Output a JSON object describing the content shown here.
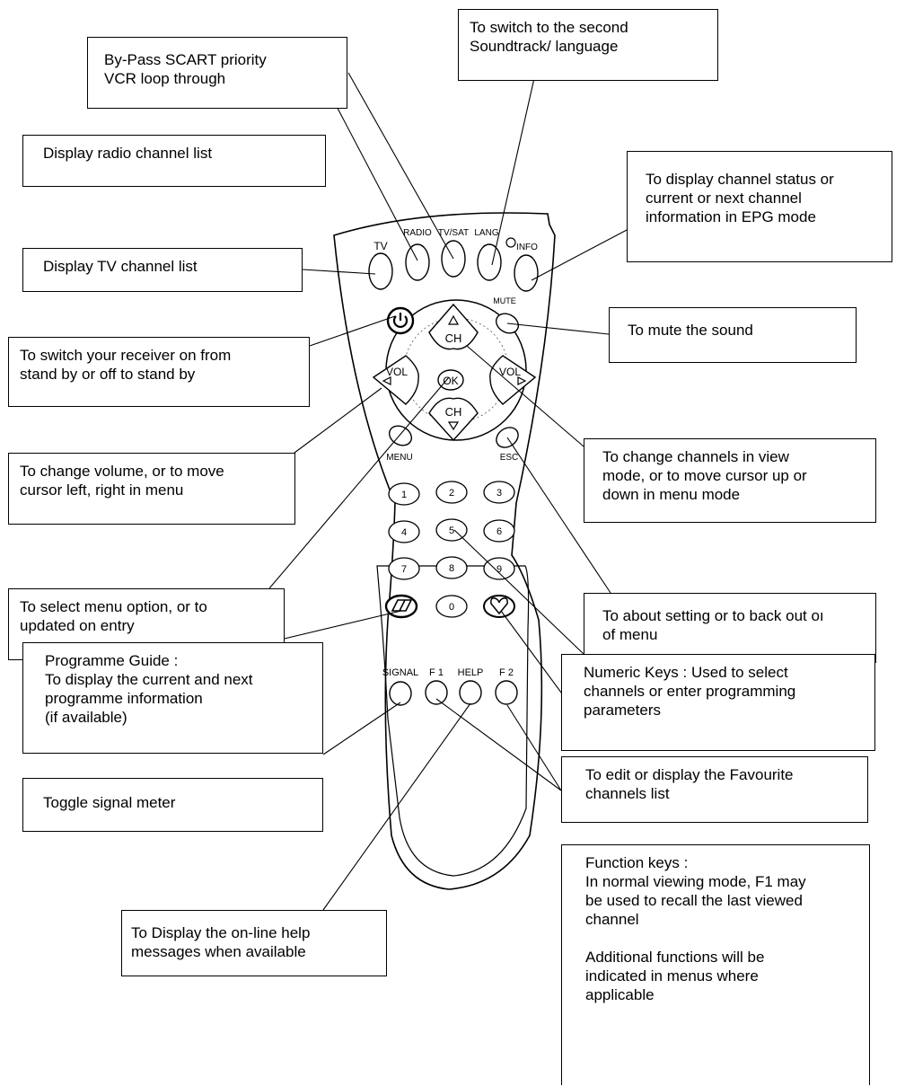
{
  "remote": {
    "top_labels": {
      "tv": "TV",
      "radio": "RADIO",
      "tvsat": "TV/SAT",
      "lang": "LANG",
      "info": "INFO",
      "mute": "MUTE"
    },
    "nav": {
      "ch_up": "CH",
      "ch_down": "CH",
      "vol_left": "VOL",
      "vol_right": "VOL",
      "ok": "OK"
    },
    "side_labels": {
      "menu": "MENU",
      "esc": "ESC"
    },
    "digits": [
      "1",
      "2",
      "3",
      "4",
      "5",
      "6",
      "7",
      "8",
      "9",
      "0"
    ],
    "bottom_labels": {
      "signal": "SIGNAL",
      "f1": "F 1",
      "help": "HELP",
      "f2": "F 2"
    }
  },
  "callouts": {
    "bypass": "By-Pass SCART priority\nVCR loop through",
    "second_soundtrack": "To switch to the second\nSoundtrack/ language",
    "radio_list": "Display radio channel list",
    "info_status": "To display channel status or\ncurrent or next channel\ninformation in EPG mode",
    "tv_list": "Display TV channel list",
    "mute": "To mute the sound",
    "power": "To switch your receiver on from\nstand by or off to stand by",
    "volume": "To change volume, or to move\ncursor left, right in menu",
    "channels": "To change channels in view\nmode, or to move cursor up or\ndown in menu mode",
    "select_menu": "To select menu option, or to\nupdated on entry",
    "back_out": "To about setting or to back out oı\nof menu",
    "numeric": "Numeric Keys : Used to select\nchannels or enter programming\nparameters",
    "programme_guide": "Programme Guide :\nTo display the current and next\nprogramme information\n(if available)",
    "favourite": "To edit or display the Favourite\nchannels list",
    "signal_meter": "Toggle signal meter",
    "function_keys": "Function keys :\nIn normal viewing mode, F1 may\nbe used to recall the last viewed\nchannel\n\nAdditional functions will be\nindicated in menus where\napplicable",
    "help": " To Display the on-line help\nmessages when available"
  }
}
